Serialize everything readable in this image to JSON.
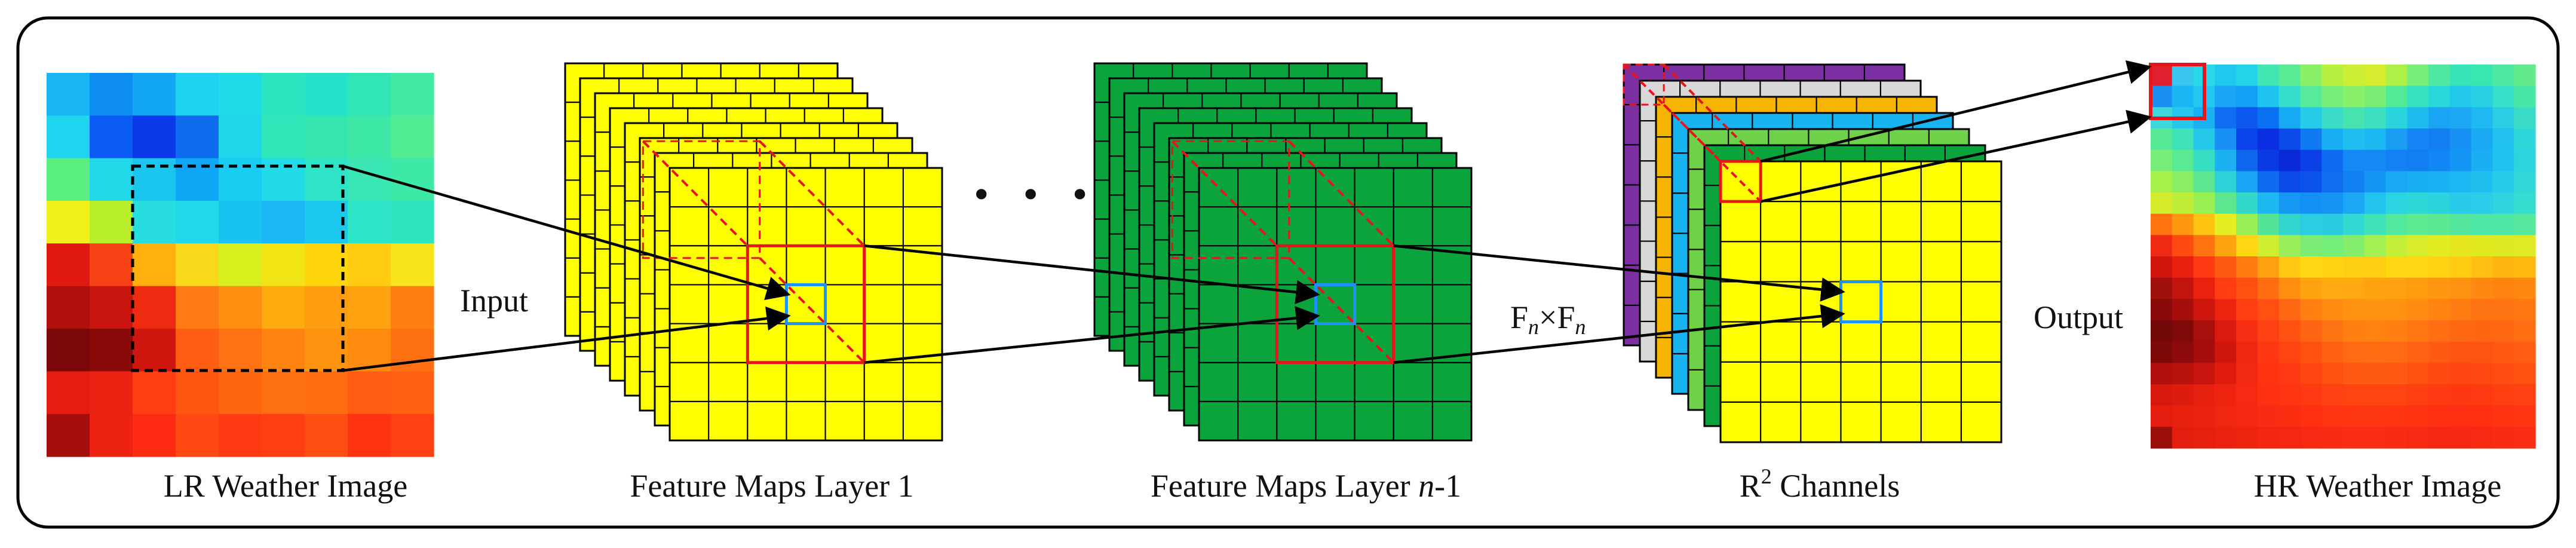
{
  "labels": {
    "lr_caption": "LR Weather Image",
    "layer1_caption": "Feature Maps Layer 1",
    "layern_caption_prefix": "Feature Maps Layer ",
    "layern_caption_var": "n",
    "layern_caption_suffix": "-1",
    "channels_caption_prefix": "R",
    "channels_caption_sup": "2",
    "channels_caption_suffix": " Channels",
    "hr_caption": "HR Weather Image",
    "input": "Input",
    "output": "Output",
    "kernel_f1": "F",
    "kernel_sub1": "n",
    "kernel_times": "×F",
    "kernel_sub2": "n",
    "ellipsis": "• • •"
  },
  "colors": {
    "feature_layer_1": "#ffff00",
    "feature_layer_n": "#0aa33c",
    "highlight": "#e8141c",
    "pixel_box": "#1e90ff",
    "channel_stack": [
      "#7b2fa0",
      "#d8d8d8",
      "#f4b400",
      "#19b3f0",
      "#6fd14a",
      "#0aa33c",
      "#ffff00"
    ]
  },
  "lr_image_grid": [
    [
      "#19b6f6",
      "#0e8df1",
      "#12a7f4",
      "#1fd2f0",
      "#20dce6",
      "#29e6c0",
      "#25e2cc",
      "#30e6b6",
      "#43eaa2"
    ],
    [
      "#1fd4ef",
      "#0a5cf2",
      "#0a3ae8",
      "#0e6cef",
      "#1fd6ea",
      "#2ee6b8",
      "#35e6ae",
      "#3ee8a6",
      "#52ec92"
    ],
    [
      "#59ef80",
      "#21d8e8",
      "#1bc6ee",
      "#10a6f6",
      "#19cdf0",
      "#23dbe6",
      "#2ee3c6",
      "#39e6b4",
      "#3ee8a6"
    ],
    [
      "#eef21a",
      "#b8ef2a",
      "#27dde0",
      "#20d8ea",
      "#18c3f2",
      "#1bb6f4",
      "#1dc8ee",
      "#2ee4c6",
      "#2fe3bc"
    ],
    [
      "#e01a10",
      "#f74216",
      "#ffb00e",
      "#f7d81a",
      "#d8ef1e",
      "#f0e414",
      "#ffd60e",
      "#ffcc12",
      "#f6e51a"
    ],
    [
      "#b0100c",
      "#c8140e",
      "#ee2a10",
      "#ff7a12",
      "#ff8e10",
      "#ffaa0e",
      "#ff9c10",
      "#ffa20e",
      "#ff7e12"
    ],
    [
      "#7a0808",
      "#8a0a0a",
      "#ce150e",
      "#ff5c14",
      "#ff7212",
      "#ff8412",
      "#ff9410",
      "#ff8a10",
      "#ff7012"
    ],
    [
      "#e61c10",
      "#ea2212",
      "#ff3e14",
      "#ff5612",
      "#ff6612",
      "#ff7012",
      "#ff6c12",
      "#ff5e12",
      "#ff6012"
    ],
    [
      "#a60e0c",
      "#ee2212",
      "#ff2a12",
      "#ff4812",
      "#ff3a12",
      "#ff3e12",
      "#ff4e12",
      "#ff3212",
      "#ff4012"
    ]
  ],
  "hr_image_grid": [
    [
      "#e0202e",
      "#39c6ee",
      "#2ad9e8",
      "#20c8f0",
      "#22d4ea",
      "#42e6b0",
      "#5aec92",
      "#8af068",
      "#b8f040",
      "#ccee34",
      "#d6ec2e",
      "#aef046",
      "#76ee78",
      "#4ee8a0",
      "#36e4b8",
      "#3ae6b0",
      "#4ee8a0",
      "#62ea8c"
    ],
    [
      "#1a90f2",
      "#19b6f4",
      "#22c6f0",
      "#1aa6f4",
      "#12a0f4",
      "#1fc3f0",
      "#34deca",
      "#56ea9a",
      "#78ee78",
      "#88f06a",
      "#7aee74",
      "#52ea96",
      "#34e2c2",
      "#28d8d8",
      "#22c8ea",
      "#28d0e4",
      "#34e0c8",
      "#48e6a8"
    ],
    [
      "#3ed8da",
      "#28c6ec",
      "#1ab0f2",
      "#0f6ef2",
      "#0c58ee",
      "#0a70f2",
      "#16aaf4",
      "#24cce8",
      "#3adcc8",
      "#48e4b0",
      "#3edfc0",
      "#2ad4dc",
      "#1cbcee",
      "#1aa4f4",
      "#1ca8f4",
      "#1fb8f0",
      "#2acee2",
      "#3adcc8"
    ],
    [
      "#56ea98",
      "#40e2b8",
      "#26c8ea",
      "#1890f4",
      "#0b44ea",
      "#0a2ee2",
      "#0b4ae8",
      "#0f7af2",
      "#1aaef4",
      "#1fbff0",
      "#1cb8f2",
      "#1a9ef4",
      "#1584f4",
      "#137ef2",
      "#1792f4",
      "#1aaaf4",
      "#22c2ee",
      "#2ed8da"
    ],
    [
      "#76ee78",
      "#5aea94",
      "#38dec4",
      "#1cb2f2",
      "#0e66ee",
      "#0a3ae2",
      "#0a2ad8",
      "#0b40e6",
      "#0f6cf0",
      "#1488f4",
      "#158af4",
      "#1380f4",
      "#117ef2",
      "#1286f4",
      "#1596f4",
      "#1aaef4",
      "#20c2ee",
      "#2cd4de"
    ],
    [
      "#a8f04a",
      "#8aee64",
      "#5ce690",
      "#2ed2d6",
      "#18a6f4",
      "#0e6cf0",
      "#0a4ae8",
      "#0b52ea",
      "#0f6ef0",
      "#1280f2",
      "#1496f4",
      "#18a8f4",
      "#1aaef4",
      "#1ab0f4",
      "#1cb6f2",
      "#20c0ee",
      "#26ccea",
      "#30d8d8"
    ],
    [
      "#d4ec2c",
      "#c0ee38",
      "#9af052",
      "#5ee68e",
      "#32d8cc",
      "#1eb8f0",
      "#1598f4",
      "#1490f4",
      "#1694f4",
      "#1aa8f4",
      "#22c4ee",
      "#2ad4e0",
      "#2cd8d8",
      "#2ad4dc",
      "#28ccea",
      "#2accea",
      "#2ed4e0",
      "#36dcd0"
    ],
    [
      "#ff7210",
      "#ff9810",
      "#ffc412",
      "#e4ee22",
      "#9aee56",
      "#54e498",
      "#32d6cc",
      "#2acee0",
      "#2ccce0",
      "#32d8d2",
      "#40e2b8",
      "#52e89e",
      "#5eea90",
      "#5ce892",
      "#54e69c",
      "#4ee6a6",
      "#4ee6a6",
      "#56e89c"
    ],
    [
      "#ee2a14",
      "#ff4a12",
      "#ff7410",
      "#ffa210",
      "#ffd614",
      "#d0ee30",
      "#98ee58",
      "#7aec74",
      "#74ee78",
      "#84ee6c",
      "#a2f052",
      "#c4ee38",
      "#d8ec2c",
      "#e2ea22",
      "#e6e61e",
      "#e2e820",
      "#dcea24",
      "#e0ea22"
    ],
    [
      "#d0160e",
      "#e8200e",
      "#ff3a12",
      "#ff5a12",
      "#ff7a10",
      "#ffa010",
      "#ffc612",
      "#ffd814",
      "#ffd412",
      "#ffd012",
      "#ffce12",
      "#ffd612",
      "#ffd814",
      "#ffd412",
      "#ffcc12",
      "#ffc012",
      "#ffb610",
      "#ffb810"
    ],
    [
      "#a0100c",
      "#c2140e",
      "#e8220e",
      "#ff3c12",
      "#ff5012",
      "#ff6c12",
      "#ff8e10",
      "#ffa410",
      "#ffaa10",
      "#ffa810",
      "#ffa410",
      "#ffa010",
      "#ff9c10",
      "#ff9810",
      "#ff9210",
      "#ff8810",
      "#ff8410",
      "#ff8810"
    ],
    [
      "#8a0a0a",
      "#a60e0c",
      "#cc160e",
      "#ee2410",
      "#ff3e12",
      "#ff5012",
      "#ff6812",
      "#ff8010",
      "#ff8c10",
      "#ff9210",
      "#ff9410",
      "#ff9210",
      "#ff8c10",
      "#ff8410",
      "#ff7c12",
      "#ff7412",
      "#ff7412",
      "#ff7812"
    ],
    [
      "#720808",
      "#80090a",
      "#a80e0c",
      "#da1a0e",
      "#f82e12",
      "#ff4012",
      "#ff5212",
      "#ff6412",
      "#ff7412",
      "#ff7e10",
      "#ff8210",
      "#ff7e12",
      "#ff7612",
      "#ff6e12",
      "#ff6812",
      "#ff6612",
      "#ff6812",
      "#ff6e12"
    ],
    [
      "#7c0808",
      "#8c0a0a",
      "#a40e0c",
      "#ce160e",
      "#ee2612",
      "#ff3612",
      "#ff4412",
      "#ff5212",
      "#ff6012",
      "#ff6a12",
      "#ff6c12",
      "#ff6a12",
      "#ff6212",
      "#ff5a12",
      "#ff5412",
      "#ff5412",
      "#ff5812",
      "#ff5e12"
    ],
    [
      "#b0100c",
      "#b8120c",
      "#c8140e",
      "#e01c0e",
      "#f22812",
      "#ff3212",
      "#ff3a12",
      "#ff4412",
      "#ff5012",
      "#ff5812",
      "#ff5a12",
      "#ff5812",
      "#ff5012",
      "#ff4a12",
      "#ff4612",
      "#ff4812",
      "#ff4c12",
      "#ff5012"
    ],
    [
      "#d8180e",
      "#de1c0e",
      "#e6200e",
      "#ee2410",
      "#f62a12",
      "#ff3012",
      "#ff3412",
      "#ff3a12",
      "#ff4012",
      "#ff4412",
      "#ff4612",
      "#ff4412",
      "#ff3e12",
      "#ff3a12",
      "#ff3812",
      "#ff3a12",
      "#ff3e12",
      "#ff4012"
    ],
    [
      "#e41e0e",
      "#e8200e",
      "#ec2210",
      "#f02610",
      "#f42810",
      "#f82c12",
      "#fc2e12",
      "#ff3012",
      "#ff3412",
      "#ff3612",
      "#ff3612",
      "#ff3412",
      "#ff3212",
      "#ff3012",
      "#ff2e12",
      "#ff3012",
      "#ff3212",
      "#ff3412"
    ],
    [
      "#9a0e0c",
      "#e21e0e",
      "#e6200e",
      "#ea2210",
      "#ee2410",
      "#f22612",
      "#f42812",
      "#f62a12",
      "#f82c12",
      "#fa2c12",
      "#fa2c12",
      "#f82c12",
      "#f62a12",
      "#f42812",
      "#f42812",
      "#f62a12",
      "#f82c12",
      "#fa2c12"
    ]
  ]
}
